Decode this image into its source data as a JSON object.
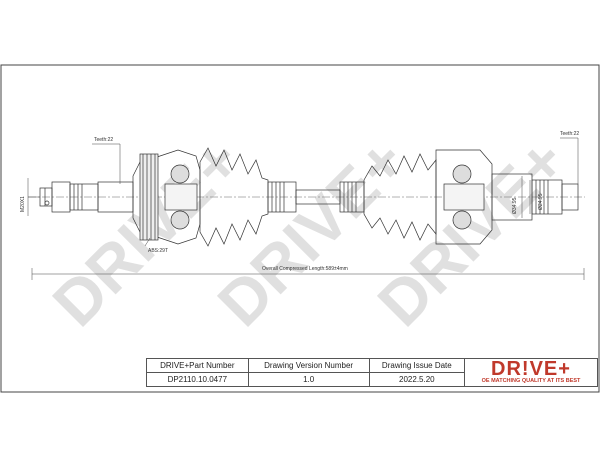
{
  "watermark": "DRIVE+",
  "annotations": {
    "teeth_left": "Teeth:22",
    "teeth_right": "Teeth:22",
    "thread": "M20X1",
    "abs": "ABS:29T",
    "overall_length": "Overall Compressed Length:589±4mm",
    "dia_1": "Ø34.95",
    "dia_2": "Ø24.95"
  },
  "title_block": {
    "headers": [
      "DRIVE+Part Number",
      "Drawing Version Number",
      "Drawing Issue Date"
    ],
    "values": [
      "DP2110.10.0477",
      "1.0",
      "2022.5.20"
    ]
  },
  "brand": {
    "logo": "DR!VE+",
    "tagline": "OE MATCHING QUALITY AT ITS BEST",
    "accent_color": "#c0392b"
  }
}
